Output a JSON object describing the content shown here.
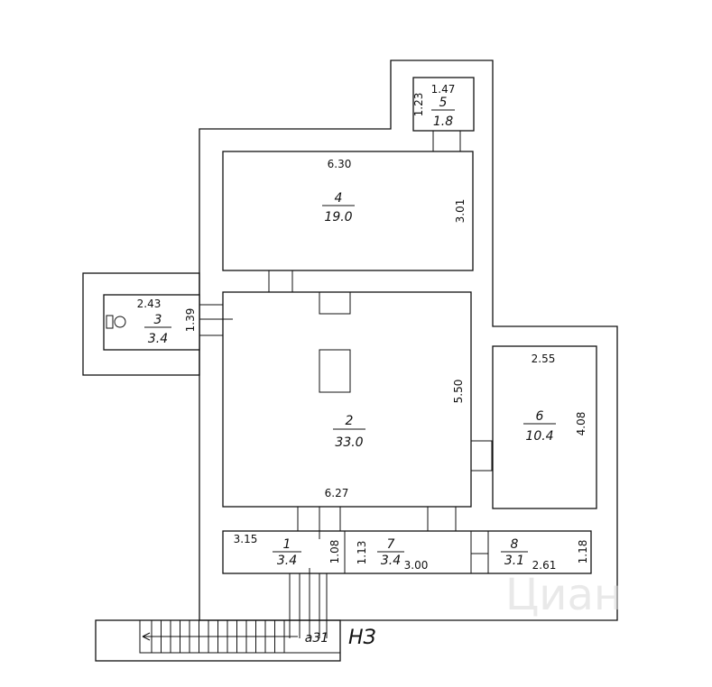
{
  "rooms": [
    {
      "id": "1",
      "area": "3.4",
      "dim_w": "3.15",
      "dim_h": "1.08"
    },
    {
      "id": "2",
      "area": "33.0",
      "dim_w": "6.27",
      "dim_h": "5.50"
    },
    {
      "id": "3",
      "area": "3.4",
      "dim_w": "2.43",
      "dim_h": "1.39"
    },
    {
      "id": "4",
      "area": "19.0",
      "dim_w": "6.30",
      "dim_h": "3.01"
    },
    {
      "id": "5",
      "area": "1.8",
      "dim_w": "1.47",
      "dim_h": "1.23"
    },
    {
      "id": "6",
      "area": "10.4",
      "dim_w": "2.55",
      "dim_h": "4.08"
    },
    {
      "id": "7",
      "area": "3.4",
      "dim_w": "3.00",
      "dim_h": "1.13"
    },
    {
      "id": "8",
      "area": "3.1",
      "dim_w": "2.61",
      "dim_h": "1.18"
    }
  ],
  "marks": {
    "stair": "а31",
    "level": "НЗ"
  },
  "watermark": "Циан",
  "colors": {
    "line": "#111111",
    "background": "#ffffff",
    "watermark": "#d8d8d8"
  }
}
